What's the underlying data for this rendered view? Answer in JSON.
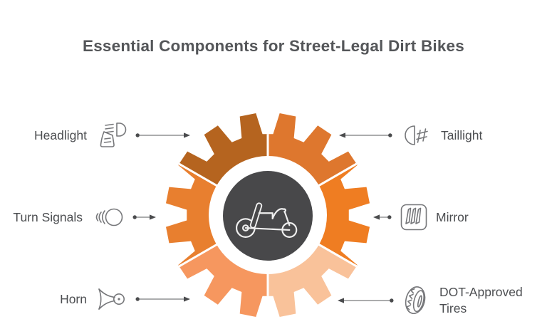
{
  "title": "Essential Components for Street-Legal Dirt Bikes",
  "items": [
    {
      "id": "headlight",
      "label": "Headlight",
      "side": "left",
      "icon": "headlight-icon"
    },
    {
      "id": "taillight",
      "label": "Taillight",
      "side": "right",
      "icon": "taillight-icon"
    },
    {
      "id": "turn-signals",
      "label": "Turn Signals",
      "side": "left",
      "icon": "turn-signal-icon"
    },
    {
      "id": "mirror",
      "label": "Mirror",
      "side": "right",
      "icon": "mirror-icon"
    },
    {
      "id": "horn",
      "label": "Horn",
      "side": "left",
      "icon": "horn-icon"
    },
    {
      "id": "dot-tires",
      "label": "DOT-Approved Tires",
      "side": "right",
      "icon": "tire-icon"
    }
  ],
  "gear": {
    "center_icon": "dirt-bike-icon",
    "center_color": "#48484a",
    "ring_color": "#ffffff",
    "segments": [
      {
        "position": "top-right",
        "color": "#de772e"
      },
      {
        "position": "right",
        "color": "#ef7d22"
      },
      {
        "position": "bottom-right",
        "color": "#f9c29a"
      },
      {
        "position": "bottom-left",
        "color": "#f6975f"
      },
      {
        "position": "left",
        "color": "#e87f2f"
      },
      {
        "position": "top-left",
        "color": "#b5641f"
      }
    ]
  },
  "colors": {
    "title_text": "#545659",
    "label_text": "#4c4e51",
    "icon_stroke": "#76777a",
    "connector_line": "#8f9092",
    "connector_marker": "#4a4b4d",
    "bike_stroke": "#efefef"
  }
}
